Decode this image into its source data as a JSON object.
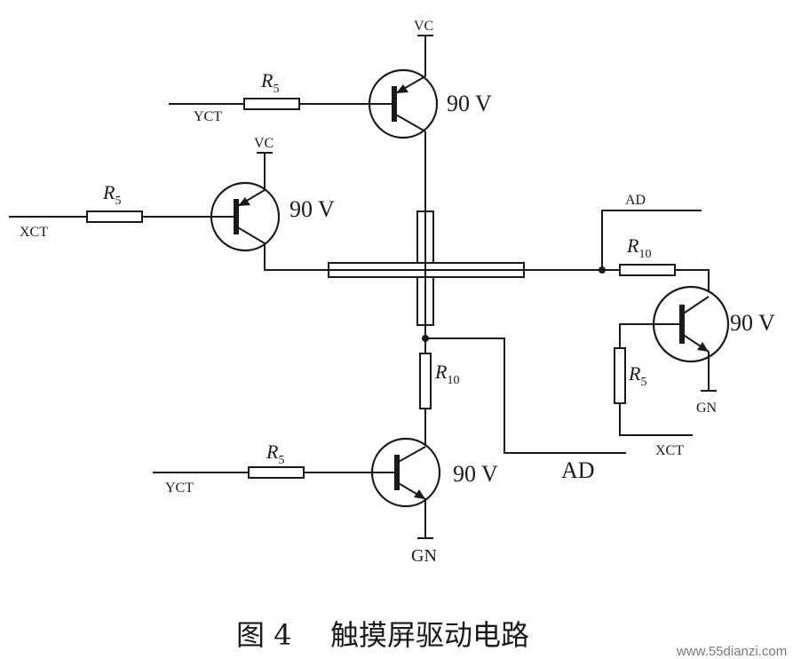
{
  "labels": {
    "vc": "VC",
    "gn": "GN",
    "xct": "XCT",
    "yct": "YCT",
    "ad": "AD",
    "transistor": "90 V",
    "r5_main": "R",
    "r5_sub": "5",
    "r10_main": "R",
    "r10_sub": "10"
  },
  "caption": {
    "figure": "图 4",
    "title": "触摸屏驱动电路"
  },
  "watermark": "www.55dianzi.com"
}
